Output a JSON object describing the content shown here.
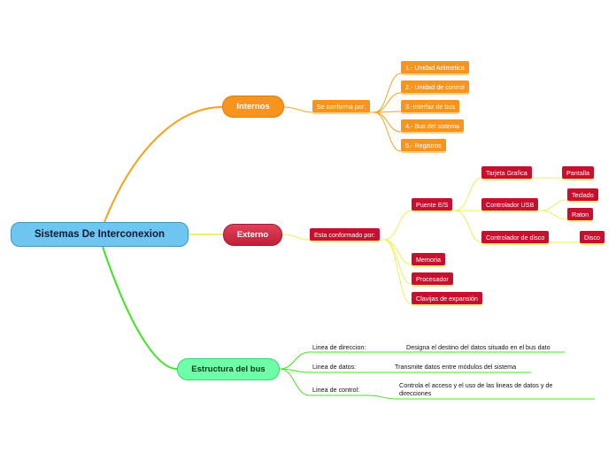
{
  "root": {
    "label": "Sistemas De Interconexion"
  },
  "internos": {
    "label": "Internos",
    "conector": "Se conforma por:",
    "items": [
      "1.- Unidad Aritmetica",
      "2.- Unidad de control",
      "3.-Interfaz de bus",
      "4.- Bus del sistema",
      "5.- Registros"
    ]
  },
  "externo": {
    "label": "Externo",
    "conector": "Esta conformado por:",
    "puente": "Puente E/S",
    "tarjeta": "Tarjeta Grafica",
    "pantalla": "Pantalla",
    "usb": "Controlador USB",
    "teclado": "Teclado",
    "raton": "Raton",
    "disco_ctrl": "Controlador de disco",
    "disco": "Disco",
    "memoria": "Memoria",
    "procesador": "Procesador",
    "clavijas": "Clavijas de expansión"
  },
  "estructura": {
    "label": "Estructura del bus",
    "lineas": [
      {
        "name": "Linea de direccion:",
        "desc": "Designa el destino del datos situado en el bus dato"
      },
      {
        "name": "Linea de datos:",
        "desc": "Transmite datos entre módulos del sistema"
      },
      {
        "name": "Linea de control:",
        "desc": "Controla el acceso y el uso de las lineas de datos y de direcciones"
      }
    ]
  },
  "colors": {
    "internos": "#f7941d",
    "externo": "#c8102e",
    "estructura": "#6effa8",
    "root": "#6ec6f0"
  }
}
